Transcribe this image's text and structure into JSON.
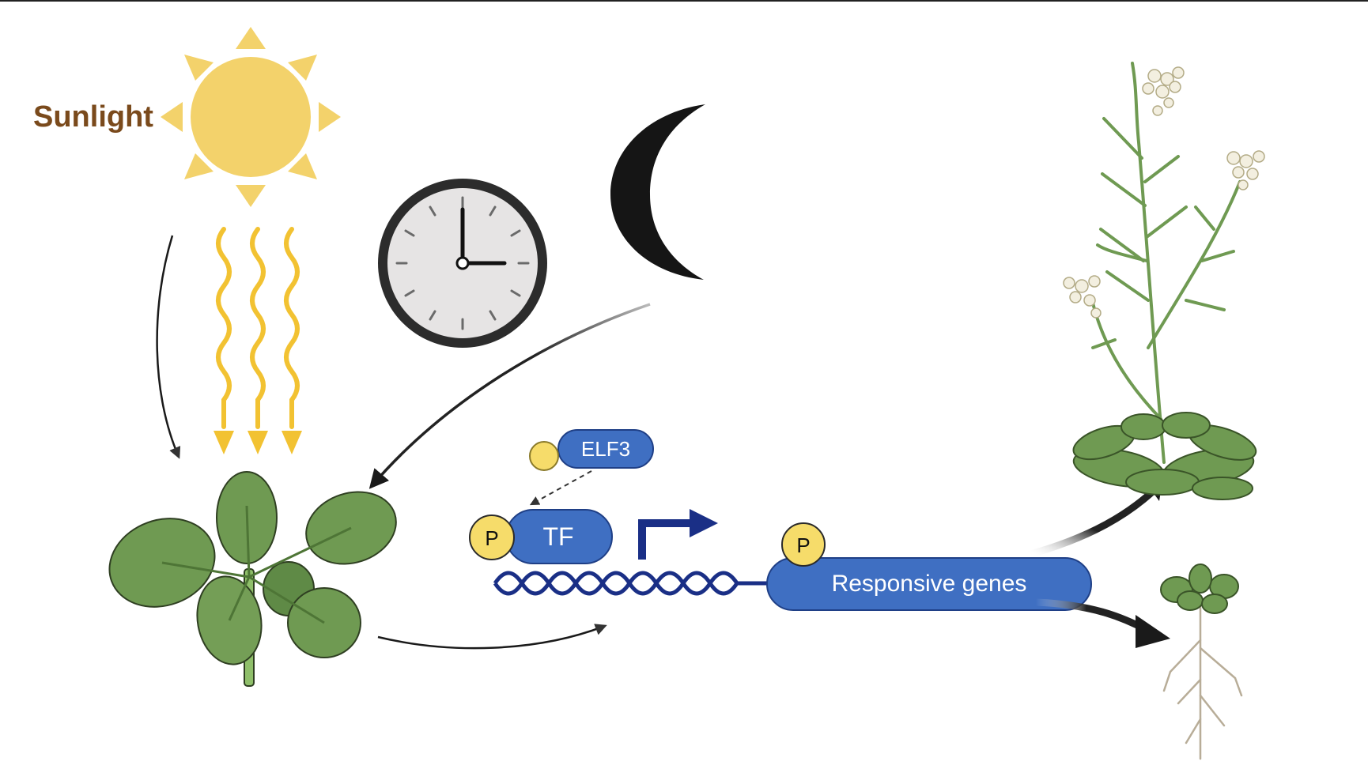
{
  "labels": {
    "sunlight": "Sunlight",
    "elf3": "ELF3",
    "tf": "TF",
    "phospho_tf": "P",
    "phospho_genes": "P",
    "responsive_genes": "Responsive genes"
  },
  "icons": [
    "sun-icon",
    "light-rays-icon",
    "clock-icon",
    "moon-icon",
    "rosette-plant-icon",
    "dna-helix-icon",
    "transcription-start-arrow-icon",
    "flowering-plant-icon",
    "seedling-icon"
  ],
  "clock": {
    "hour": 3,
    "minute": 0
  },
  "colors": {
    "sun": "#f3d26b",
    "sunlight_text": "#7a4a1c",
    "rays": "#f2c232",
    "protein_blue": "#3f6fc2",
    "dark_blue": "#1a2f86",
    "phospho_yellow": "#f6dc6a",
    "leaf_green": "#6f9a52",
    "moon": "#151515"
  }
}
